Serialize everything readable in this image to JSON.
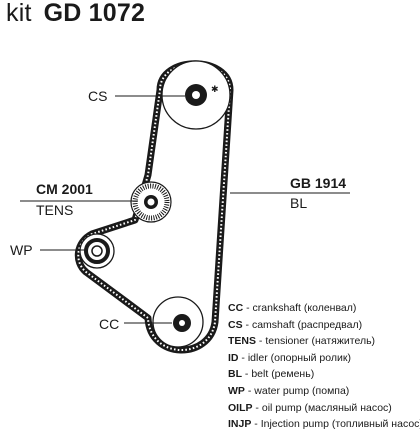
{
  "title": {
    "kit": "kit",
    "code": "GD 1072"
  },
  "labels": {
    "cs": "CS",
    "wp": "WP",
    "cc": "CC",
    "tensioner_code": "CM 2001",
    "tensioner_type": "TENS",
    "belt_code": "GB 1914",
    "belt_type": "BL"
  },
  "legend": [
    {
      "abbr": "CC",
      "desc": "crankshaft (коленвал)"
    },
    {
      "abbr": "CS",
      "desc": "camshaft (распредвал)"
    },
    {
      "abbr": "TENS",
      "desc": "tensioner (натяжитель)"
    },
    {
      "abbr": "ID",
      "desc": "idler (опорный ролик)"
    },
    {
      "abbr": "BL",
      "desc": "belt (ремень)"
    },
    {
      "abbr": "WP",
      "desc": "water pump (помпа)"
    },
    {
      "abbr": "OILP",
      "desc": "oil pump (масляный насос)"
    },
    {
      "abbr": "INJP",
      "desc": "Injection pump (топливный насос)"
    }
  ]
}
